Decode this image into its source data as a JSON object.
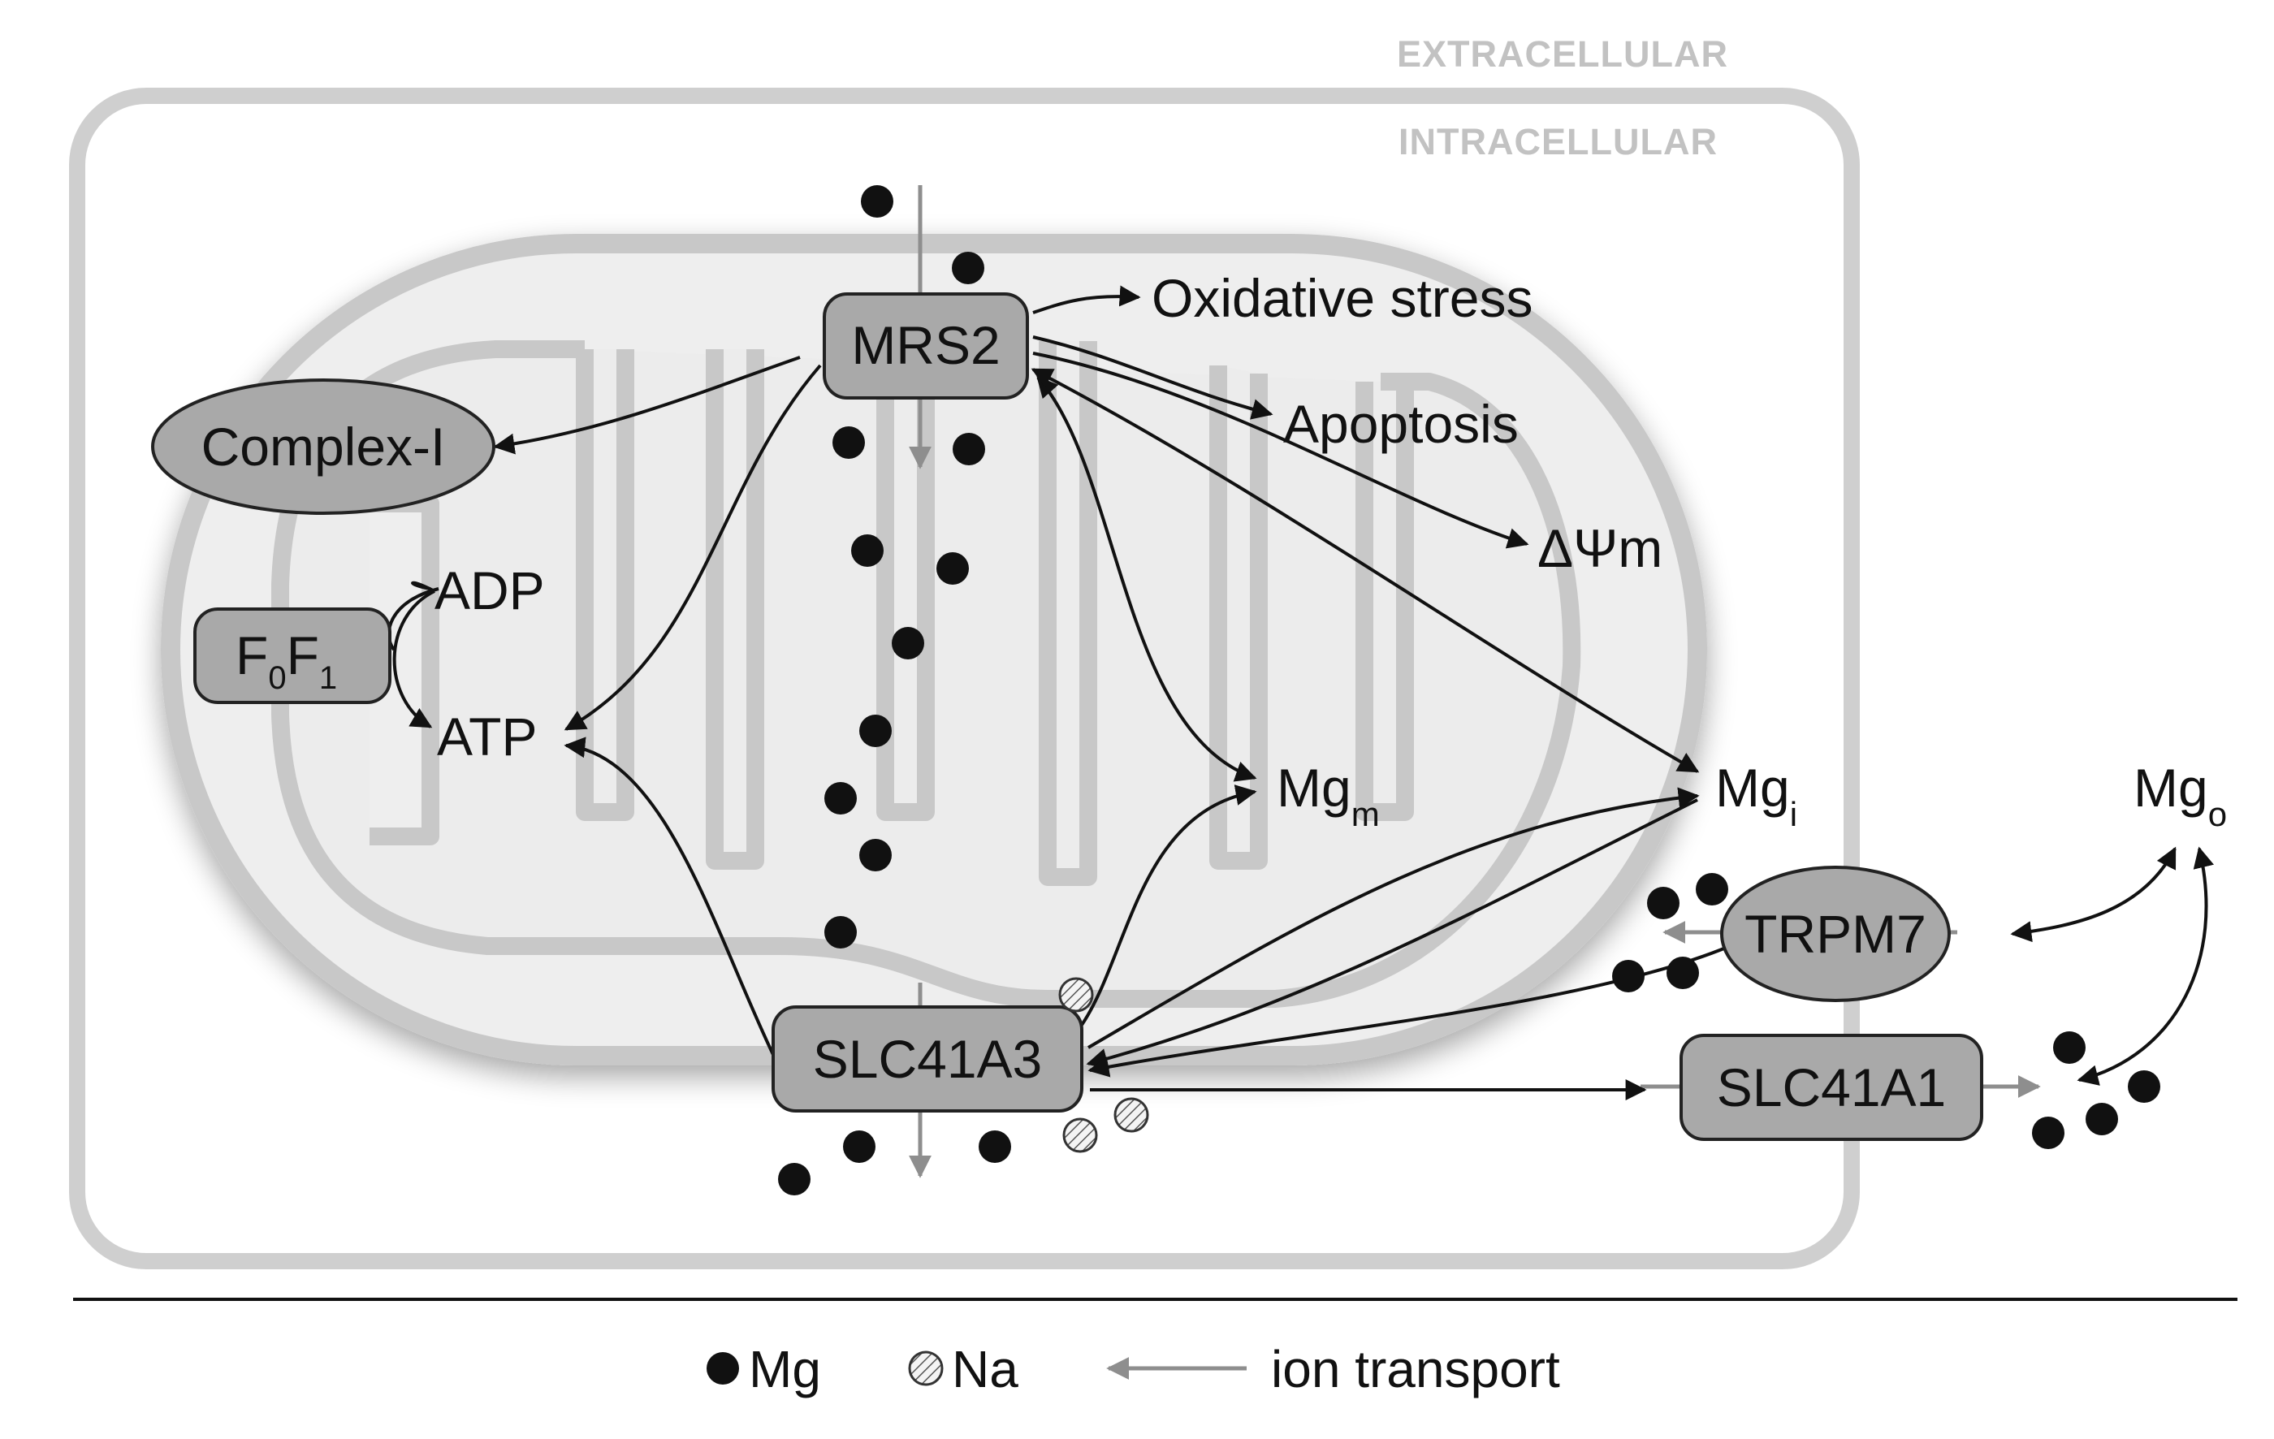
{
  "zones": {
    "extracellular": "EXTRACELLULAR",
    "intracellular": "INTRACELLULAR"
  },
  "proteins": {
    "mrs2": "MRS2",
    "complex1": "Complex-I",
    "f0f1": {
      "base1": "F",
      "sub1": "0",
      "base2": "F",
      "sub2": "1"
    },
    "slc41a3": "SLC41A3",
    "trpm7": "TRPM7",
    "slc41a1": "SLC41A1"
  },
  "outcomes": {
    "oxidative_stress": "Oxidative stress",
    "apoptosis": "Apoptosis",
    "delta_psi": "ΔΨm",
    "adp": "ADP",
    "atp": "ATP"
  },
  "pools": {
    "mg_m": {
      "base": "Mg",
      "sub": "m"
    },
    "mg_i": {
      "base": "Mg",
      "sub": "i"
    },
    "mg_o": {
      "base": "Mg",
      "sub": "o"
    }
  },
  "legend": {
    "mg": "Mg",
    "na": "Na",
    "transport": "ion transport"
  }
}
